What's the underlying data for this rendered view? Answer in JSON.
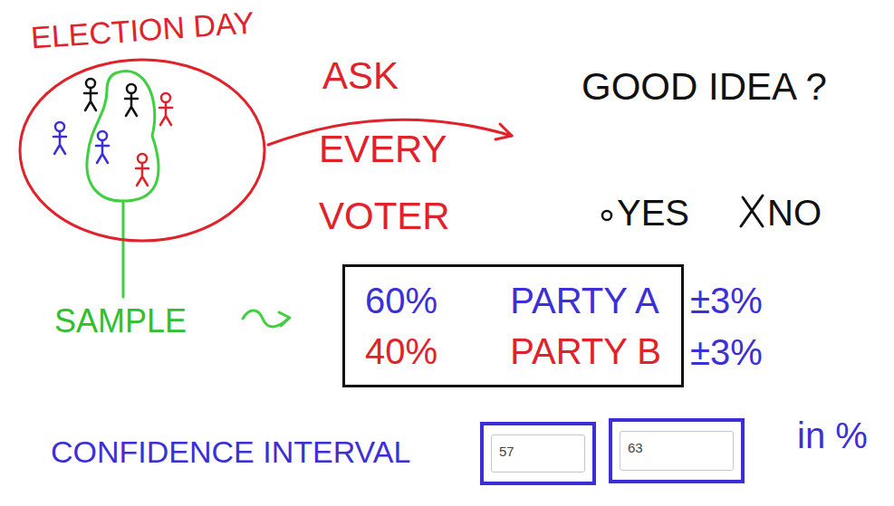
{
  "diagram": {
    "nodes": [
      {
        "text": [
          "ELECTION DAY"
        ]
      },
      {
        "text": [
          "60%",
          "PARTY A",
          "40%",
          "PARTY B"
        ]
      },
      {
        "text": [
          "57"
        ]
      },
      {
        "text": [
          "63"
        ]
      }
    ],
    "labels": [
      "ASK",
      "EVERY VOTER",
      "GOOD IDEA ?",
      "YES",
      "NO",
      "SAMPLE",
      "±3%",
      "±3%",
      "CONFIDENCE INTERVAL",
      "in %"
    ]
  }
}
